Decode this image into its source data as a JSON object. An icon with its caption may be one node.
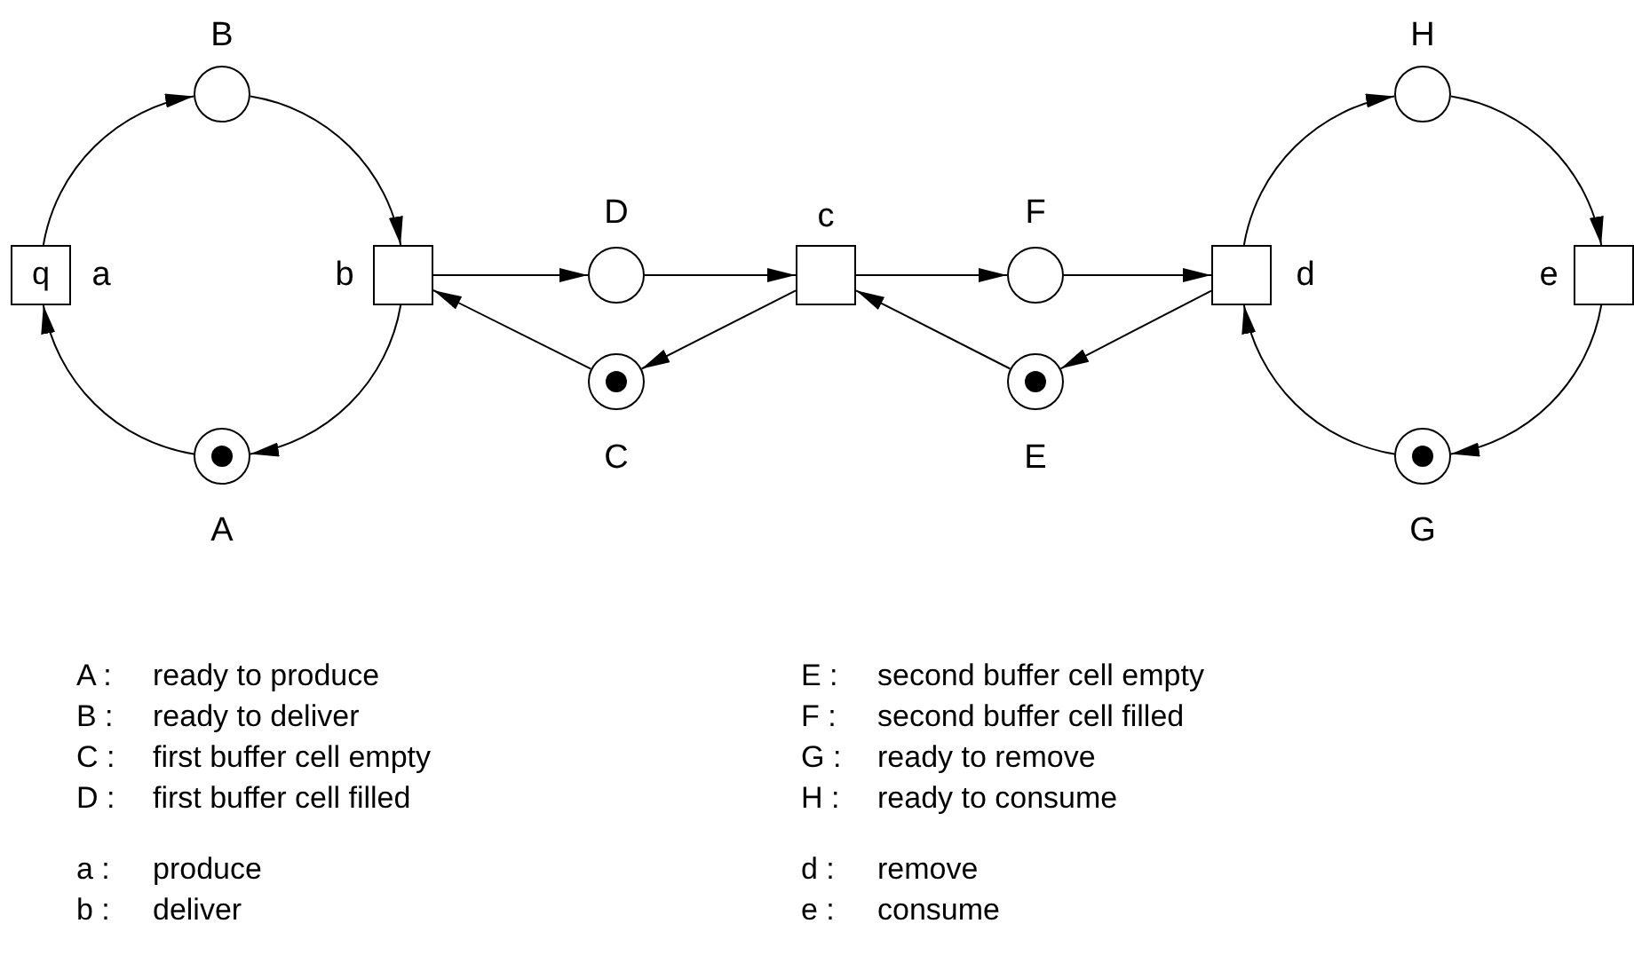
{
  "diagram": {
    "nodes": [
      {
        "text": [],
        "shape": "circle",
        "beside": [
          "B"
        ]
      },
      {
        "text": [
          "q"
        ],
        "beside": [
          "a"
        ]
      },
      {
        "text": [],
        "shape": "box",
        "beside": [
          "b"
        ]
      },
      {
        "text": [],
        "shape": "circle",
        "beside": [
          "A"
        ]
      },
      {
        "text": [],
        "shape": "circle",
        "beside": [
          "D"
        ]
      },
      {
        "text": [],
        "shape": "circle",
        "beside": [
          "C"
        ]
      },
      {
        "text": [],
        "shape": "box",
        "beside": [
          "c"
        ]
      },
      {
        "text": [],
        "shape": "circle",
        "beside": [
          "F"
        ]
      },
      {
        "text": [],
        "shape": "circle",
        "beside": [
          "E"
        ]
      },
      {
        "text": [],
        "shape": "box",
        "beside": [
          "d"
        ]
      },
      {
        "text": [],
        "shape": "circle",
        "beside": [
          "H"
        ]
      },
      {
        "text": [],
        "shape": "box",
        "beside": [
          "e"
        ]
      },
      {
        "text": [],
        "shape": "circle",
        "beside": [
          "G"
        ]
      }
    ],
    "edges": [
      {
        "from": 1,
        "to": 0,
        "arrow": "to"
      },
      {
        "from": 0,
        "to": 2,
        "arrow": "to"
      },
      {
        "from": 2,
        "to": 3,
        "arrow": "to"
      },
      {
        "from": 3,
        "to": 1,
        "arrow": "to"
      },
      {
        "from": 2,
        "to": 4,
        "arrow": "to"
      },
      {
        "from": 4,
        "to": 6,
        "arrow": "to"
      },
      {
        "from": 6,
        "to": 5,
        "arrow": "to"
      },
      {
        "from": 5,
        "to": 2,
        "arrow": "to"
      },
      {
        "from": 6,
        "to": 7,
        "arrow": "to"
      },
      {
        "from": 7,
        "to": 9,
        "arrow": "to"
      },
      {
        "from": 9,
        "to": 8,
        "arrow": "to"
      },
      {
        "from": 8,
        "to": 6,
        "arrow": "to"
      },
      {
        "from": 9,
        "to": 10,
        "arrow": "to"
      },
      {
        "from": 10,
        "to": 11,
        "arrow": "to"
      },
      {
        "from": 11,
        "to": 12,
        "arrow": "to"
      },
      {
        "from": 12,
        "to": 9,
        "arrow": "to"
      }
    ],
    "labels": [
      "A :",
      "ready to produce",
      "E :",
      "second buffer cell empty",
      "B :",
      "ready to deliver",
      "F :",
      "second buffer cell filled",
      "C :",
      "first buffer cell empty",
      "G :",
      "ready to remove",
      "D :",
      "first buffer cell filled",
      "H :",
      "ready to consume",
      "a :",
      "produce",
      "d :",
      "remove",
      "b :",
      "deliver",
      "e :",
      "consume"
    ]
  }
}
